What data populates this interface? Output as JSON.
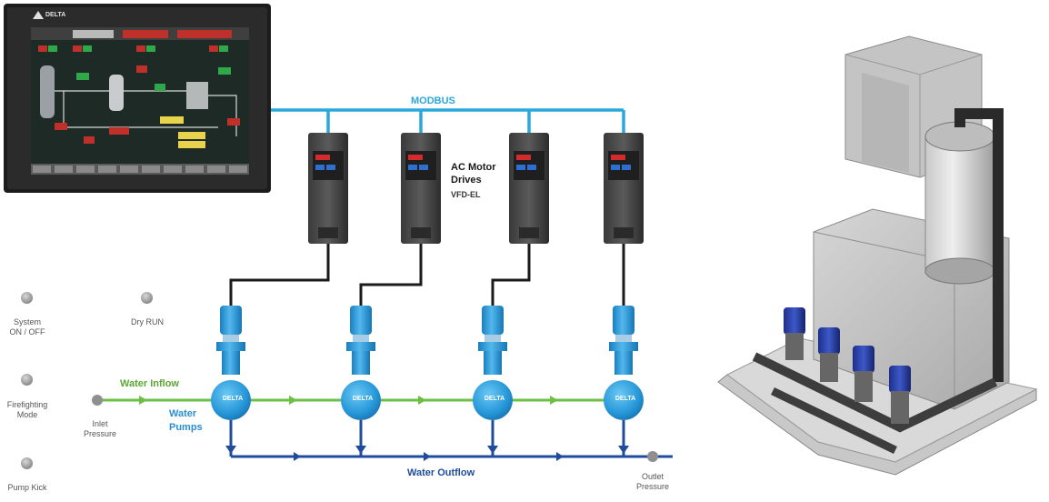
{
  "hmi": {
    "brand": "DELTA"
  },
  "bus": {
    "label": "MODBUS"
  },
  "drives": {
    "title_line1": "AC Motor",
    "title_line2": "Drives",
    "model": "VFD-EL",
    "count": 4
  },
  "pumps": {
    "brand": "DELTA",
    "label_line1": "Water",
    "label_line2": "Pumps"
  },
  "flows": {
    "inflow": "Water Inflow",
    "outflow": "Water Outflow"
  },
  "sensors": {
    "inlet_line1": "Inlet",
    "inlet_line2": "Pressure",
    "outlet_line1": "Outlet",
    "outlet_line2": "Pressure"
  },
  "indicators": {
    "system_line1": "System",
    "system_line2": "ON / OFF",
    "dryrun": "Dry RUN",
    "fire_line1": "Firefighting",
    "fire_line2": "Mode",
    "kick": "Pump Kick"
  },
  "colors": {
    "modbus": "#2aa8dc",
    "inflow": "#6cbf45",
    "outflow": "#1f4c9c",
    "pump": "#2b9fe0",
    "label_blue": "#2a8fd0",
    "label_green": "#5aa832"
  }
}
